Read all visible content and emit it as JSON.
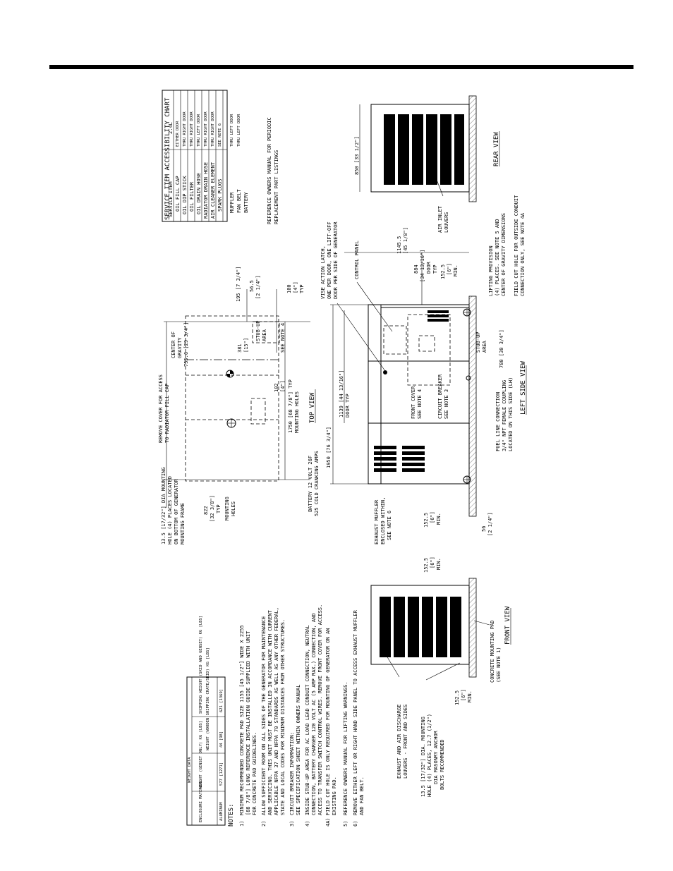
{
  "page": {
    "rule_color": "#000000"
  },
  "accessibility_chart": {
    "title": "SERVICE ITEM ACCESSIBILITY CHART",
    "header": [
      "SERVICE ITEM",
      "2.4L"
    ],
    "rows": [
      [
        "OIL FILL CAP",
        "EITHER DOOR"
      ],
      [
        "OIL DIP STICK",
        "THRU RIGHT DOOR"
      ],
      [
        "OIL FILTER",
        "THRU RIGHT DOOR"
      ],
      [
        "OIL DRAIN HOSE",
        "THRU LEFT DOOR"
      ],
      [
        "RADIATOR DRAIN HOSE",
        "THRU RIGHT DOOR"
      ],
      [
        "AIR CLEANER ELEMENT",
        "THRU RIGHT DOOR"
      ],
      [
        "SPARK PLUGS",
        "SEE NOTE 6"
      ],
      [
        "MUFFLER",
        "THRU LEFT DOOR"
      ],
      [
        "FAN BELT",
        "THRU LEFT DOOR"
      ],
      [
        "BATTERY",
        ""
      ]
    ],
    "footnote": [
      "REFERENCE OWNERS MANUAL FOR PERIODIC",
      "REPLACEMENT PART LISTINGS"
    ]
  },
  "weight_table": {
    "title": "WEIGHT DATA",
    "headers": [
      "ENCLOSURE MATERIAL",
      "WEIGHT (GENSET ONLY) KG [LBS]",
      "WEIGHT (WOODEN SHIPPING CRATE/SKID) KG [LBS]",
      "SHIPPING WEIGHT (SKID AND GENSET) KG [LBS]"
    ],
    "row": [
      "ALUMINUM",
      "577 [1271]",
      "44 [98]",
      "621 [1369]"
    ]
  },
  "notes": {
    "heading": "NOTES:",
    "items": [
      [
        "1)",
        "MINIMUM RECOMMENDED CONCRETE PAD SIZE 1155 [45 1/2\"] WIDE X 2255",
        "[88 7/8\"] LONG REFERENCE INSTALLATION GUIDE SUPPLIED WITH UNIT",
        "FOR CONCRETE PAD GUIDELINES."
      ],
      [
        "2)",
        "ALLOW SUFFICIENT ROOM ON ALL SIDES OF THE GENERATOR FOR MAINTENANCE",
        "AND SERVICING. THIS UNIT MUST BE INSTALLED IN ACCORDANCE WITH CURRENT",
        "APPLICABLE NFPA 37 AND NFPA 70 STANDARDS AS WELL AS ANY OTHER FEDERAL,",
        "STATE AND LOCAL CODES FOR MINIMUM DISTANCES FROM OTHER STRUCTURES."
      ],
      [
        "3)",
        "CIRCUIT BREAKER INFORMATION:",
        "SEE SPECIFICATION SHEET WITHIN OWNERS MANUAL"
      ],
      [
        "4)",
        "INSIDE STUB-UP AREA FOR AC LOAD LEAD CONDUIT CONNECTION, NEUTRAL",
        "CONNECTION, BATTERY CHARGER 120 VOLT AC (5 AMP MAX.) CONNECTION, AND",
        "ACCESS TO TRANSFER SWITCH CONTROL WIRES. REMOVE FRONT COVER FOR ACCESS."
      ],
      [
        "4A)",
        "FIELD CUT HOLE IS ONLY REQUIRED FOR MOUNTING OF GENERATOR ON AN",
        "EXISTING PAD."
      ],
      [
        "5)",
        "REFERENCE OWNERS MANUAL FOR LIFTING WARNINGS."
      ],
      [
        "6)",
        "REMOVE EITHER LEFT OR RIGHT HAND SIDE PANEL TO ACCESS EXHAUST MUFFLER",
        "AND FAN BELT."
      ]
    ]
  },
  "top_view": {
    "title": "TOP VIEW",
    "remove_cover": [
      "REMOVE COVER FOR ACCESS",
      "TO RADIATOR FILL CAP"
    ],
    "mounting_hole": [
      "13.5 [17/32\"] DIA MOUNTING",
      "HOLE (4) PLACES LOCATED",
      "ON BOTTOM OF GENERATOR",
      "MOUNTING FRAME"
    ],
    "center_of_gravity": [
      "CENTER OF",
      "GRAVITY",
      "755.6 [29 3/4\"]"
    ],
    "dims": {
      "d195": "195 [7 3/4\"]",
      "d56": "56.5",
      "d56b": "[2 1/4\"]",
      "d100": [
        "100",
        "[4\"]",
        "TYP"
      ],
      "d381": [
        "381",
        "[15\"]"
      ],
      "stubup": [
        "STUB-UP",
        "AREA"
      ],
      "see_note4": "SEE NOTE 4",
      "d102": [
        "102",
        "[4\"]"
      ],
      "d1750": [
        "1750 [68 7/8\"] TYP",
        "MOUNTING HOLES"
      ],
      "d822": [
        "822",
        "[32 3/8\"]",
        "TYP",
        "MOUNTING",
        "HOLES"
      ]
    },
    "battery": [
      "BATTERY 12 VOLT 26F",
      "525 COLD CRANKING AMPS"
    ]
  },
  "left_side_view": {
    "title": "LEFT SIDE VIEW",
    "vise_latch": [
      "VISE ACTION LATCH,",
      "ONE PER DOOR, ONE LIFT-OFF",
      "DOOR PER SIDE OF GENERATOR"
    ],
    "control_panel": "CONTROL PANEL",
    "d1950": "1950 [76 3/4\"]",
    "d1139": [
      "1139 [44 13/16\"]",
      "DOOR TYP"
    ],
    "d1145": [
      "1145.5",
      "[45 1/8\"]"
    ],
    "d884": [
      "884",
      "[34 13/16\"]",
      "DOOR",
      "TYP"
    ],
    "d152": [
      "152.5",
      "[6\"]",
      "MIN."
    ],
    "front_cover": [
      "FRONT COVER",
      "SEE NOTE 4"
    ],
    "circuit_breaker": [
      "CIRCUIT BREAKER",
      "SEE NOTE 3"
    ],
    "fuel_line": [
      "FUEL LINE CONNECTION",
      "3/4\" NPT FEMALE COUPLING",
      "LOCATED ON THIS SIDE (LH)"
    ],
    "stub_up": [
      "STUB-UP",
      "AREA"
    ],
    "d780": "780 [30 3/4\"]",
    "lifting": [
      "LIFTING PROVISION",
      "(4) PLACES. SEE NOTE 5 AND",
      "CENTER OF GRAVITY DIMENSIONS"
    ],
    "field_cut": [
      "FIELD CUT HOLE FOR OUTSIDE CONDUIT",
      "CONNECTION ONLY, SEE NOTE 4A"
    ],
    "exhaust_muffler": [
      "EXHAUST MUFFLER",
      "ENCLOSED WITHIN,",
      "SEE NOTE 6"
    ],
    "d152b": [
      "152.5",
      "[6\"]",
      "MIN."
    ],
    "d56": [
      "56",
      "[2 1/4\"]"
    ]
  },
  "rear_view": {
    "title": "REAR VIEW",
    "d850": "850 [33 1/2\"]",
    "air_inlet": [
      "AIR INLET",
      "LOUVERS"
    ]
  },
  "front_view": {
    "title": "FRONT VIEW",
    "exhaust_louvers": [
      "EXHAUST AND AIR DISCHARGE",
      "LOUVERS - FRONT AND SIDES"
    ],
    "anchor": [
      "13.5 [17/32\"] DIA. MOUNTING",
      "HOLE (4) PLACES, 12.7 (1/2\")",
      "DIA MASONRY ANCHOR",
      "BOLTS RECOMMENDED"
    ],
    "pad": [
      "CONCRETE MOUNTING PAD",
      "(SEE NOTE 1)"
    ],
    "d152a": [
      "152.5",
      "[6\"]",
      "MIN."
    ],
    "d152b": [
      "152.5",
      "[6\"]",
      "MIN."
    ]
  }
}
